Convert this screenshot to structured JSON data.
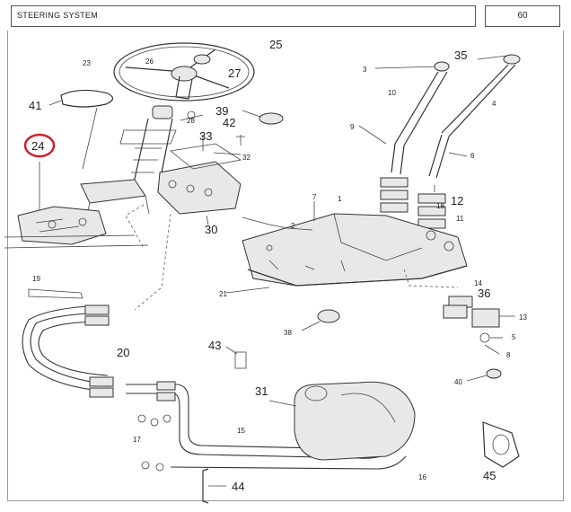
{
  "header": {
    "title": "STEERING SYSTEM",
    "page_number": "60"
  },
  "diagram": {
    "highlight_color": "#cc1f2a",
    "highlighted_callout": "24",
    "callouts": {
      "c25": "25",
      "c27": "27",
      "c23": "23",
      "c26": "26",
      "c28": "28",
      "c41": "41",
      "c39": "39",
      "c42": "42",
      "c24": "24",
      "c33": "33",
      "c32": "32",
      "c30": "30",
      "c19": "19",
      "c20": "20",
      "c38": "38",
      "c43": "43",
      "c31": "31",
      "c15": "15",
      "c17": "17",
      "c16": "16",
      "c44": "44",
      "c45": "45",
      "c35": "35",
      "c3": "3",
      "c10": "10",
      "c4": "4",
      "c9": "9",
      "c6": "6",
      "c1": "1",
      "c12": "12",
      "c11": "11",
      "c2": "2",
      "c7": "7",
      "c21": "21",
      "c14": "14",
      "c36": "36",
      "c13": "13",
      "c5": "5",
      "c8": "8",
      "c40": "40",
      "c18": "18"
    }
  }
}
